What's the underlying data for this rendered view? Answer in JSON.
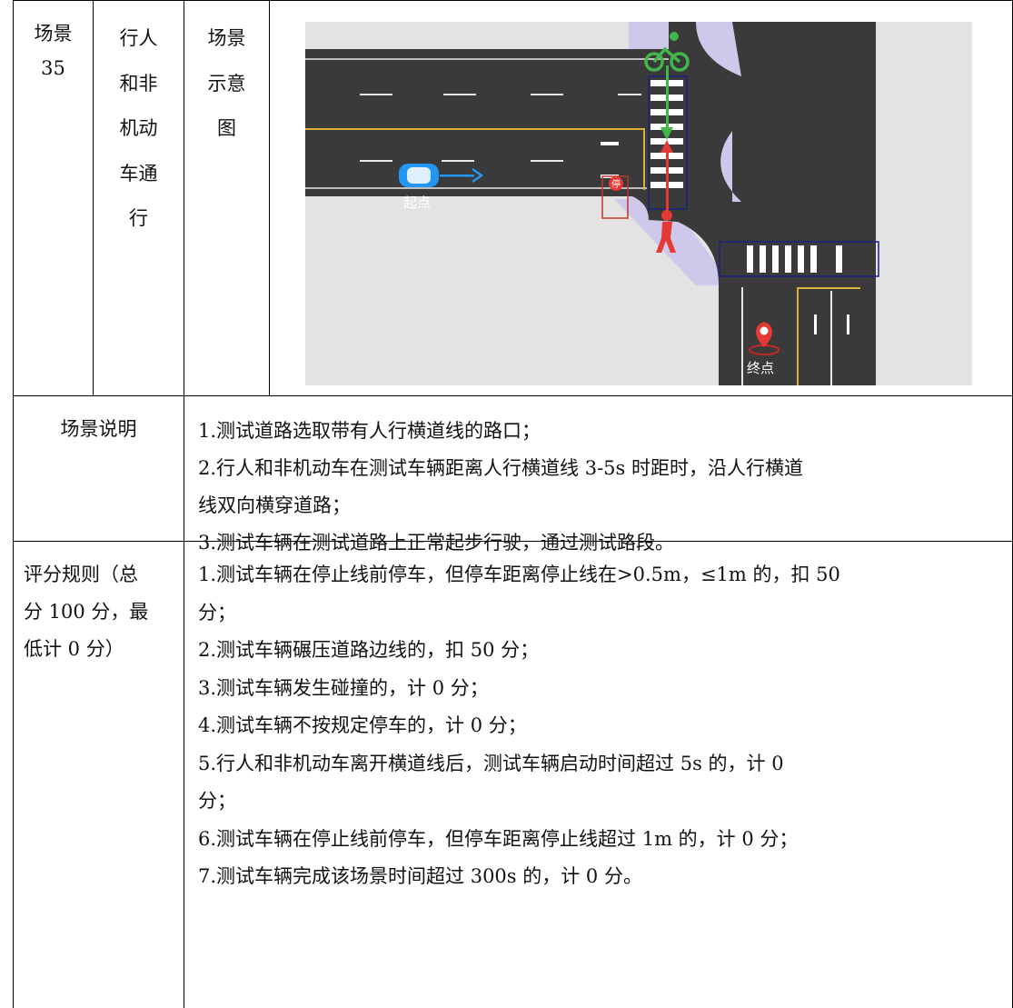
{
  "header": {
    "scene_label": [
      "场景",
      "35"
    ],
    "category": [
      "行人",
      "和非",
      "机动",
      "车通",
      "行"
    ],
    "diagram_label": [
      "场景",
      "示意",
      "图"
    ]
  },
  "diagram": {
    "start_label": "起点",
    "end_label": "终点",
    "stop_sign_text": "停",
    "colors": {
      "road": "#3a3a3a",
      "ground": "#e3e3e3",
      "sidewalk_shade": "#cfc8ea",
      "pedestrian": "#e53935",
      "cyclist": "#43b649",
      "vehicle": "#2196f3",
      "lane_yellow": "#d8b13a",
      "zone_border": "#1a237e"
    }
  },
  "description": {
    "label": "场景说明",
    "items": [
      [
        "1.测试道路选取带有人行横道线的路口；"
      ],
      [
        "2.行人和非机动车在测试车辆距离人行横道线 3-5s 时距时，沿人行横道",
        "线双向横穿道路；"
      ],
      [
        "3.测试车辆在测试道路上正常起步行驶，通过测试路段。"
      ]
    ]
  },
  "scoring": {
    "label": [
      "评分规则（总",
      "分 100 分，最",
      "低计 0 分）"
    ],
    "items": [
      [
        "1.测试车辆在停止线前停车，但停车距离停止线在>0.5m，≤1m 的，扣 50",
        "分；"
      ],
      [
        "2.测试车辆碾压道路边线的，扣 50 分；"
      ],
      [
        "3.测试车辆发生碰撞的，计 0 分；"
      ],
      [
        "4.测试车辆不按规定停车的，计 0 分；"
      ],
      [
        "5.行人和非机动车离开横道线后，测试车辆启动时间超过 5s 的，计 0",
        "分；"
      ],
      [
        "6.测试车辆在停止线前停车，但停车距离停止线超过 1m 的，计 0 分；"
      ],
      [
        "7.测试车辆完成该场景时间超过 300s 的，计 0 分。"
      ]
    ]
  }
}
